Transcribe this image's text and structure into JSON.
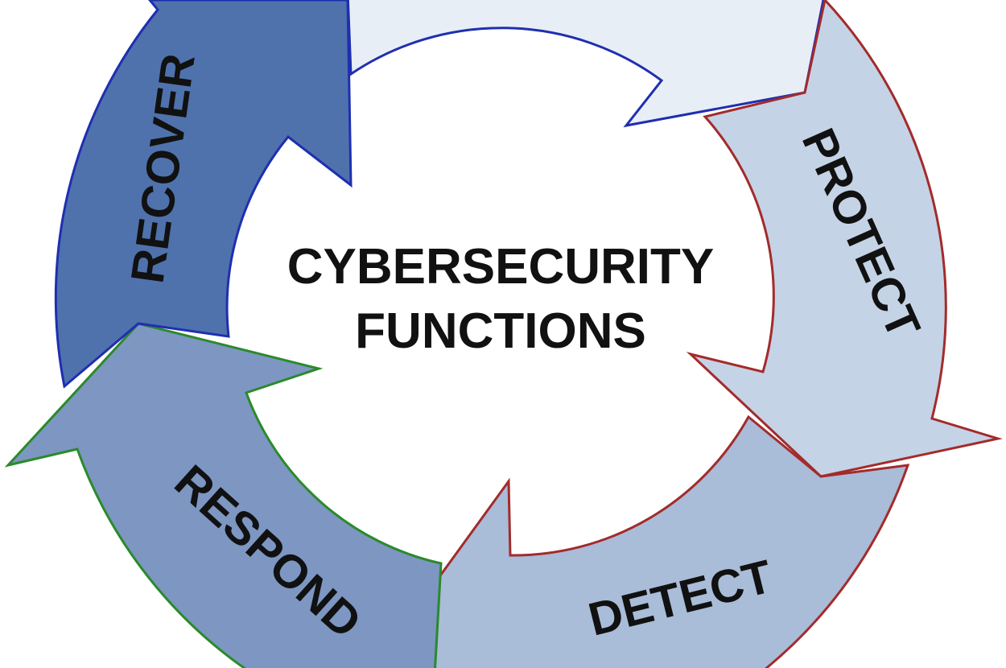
{
  "center": {
    "line1": "CYBERSECURITY",
    "line2": "FUNCTIONS"
  },
  "segments": [
    {
      "key": "identify",
      "label": "",
      "fill": "#e8eef6",
      "stroke": "#1f2fb0"
    },
    {
      "key": "protect",
      "label": "PROTECT",
      "fill": "#c5d3e6",
      "stroke": "#a32b2b"
    },
    {
      "key": "detect",
      "label": "DETECT",
      "fill": "#a9bcd8",
      "stroke": "#a32b2b"
    },
    {
      "key": "respond",
      "label": "RESPOND",
      "fill": "#7d96c2",
      "stroke": "#2a8a2a"
    },
    {
      "key": "recover",
      "label": "RECOVER",
      "fill": "#4f72ad",
      "stroke": "#1f2fb0"
    }
  ]
}
